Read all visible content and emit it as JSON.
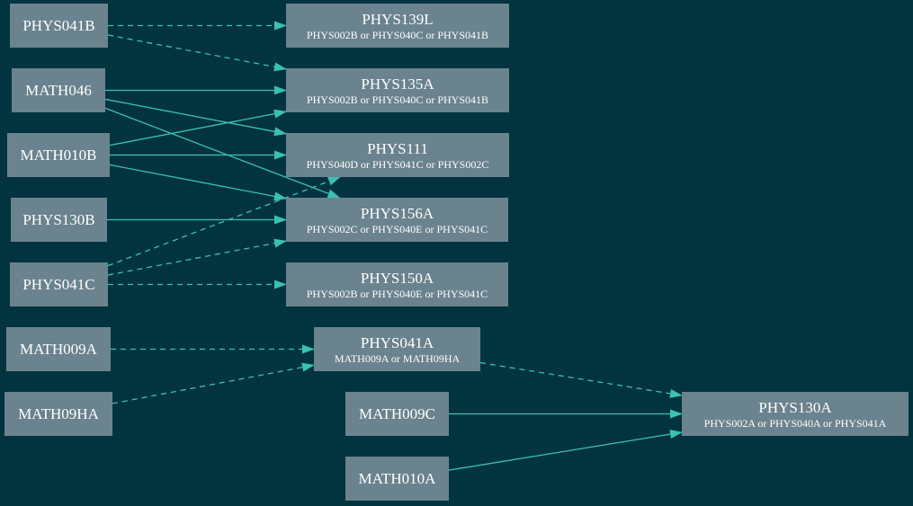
{
  "colors": {
    "background": "#023440",
    "node_fill": "#6a838e",
    "node_text": "#ffffff",
    "edge": "#3cc0b0"
  },
  "nodes": {
    "PHYS041B": {
      "label": "PHYS041B"
    },
    "MATH046": {
      "label": "MATH046"
    },
    "MATH010B": {
      "label": "MATH010B"
    },
    "PHYS130B": {
      "label": "PHYS130B"
    },
    "PHYS041C": {
      "label": "PHYS041C"
    },
    "MATH009A": {
      "label": "MATH009A"
    },
    "MATH09HA": {
      "label": "MATH09HA"
    },
    "MATH009C": {
      "label": "MATH009C"
    },
    "MATH010A": {
      "label": "MATH010A"
    },
    "PHYS139L": {
      "label": "PHYS139L",
      "sub": "PHYS002B or PHYS040C or PHYS041B"
    },
    "PHYS135A": {
      "label": "PHYS135A",
      "sub": "PHYS002B or PHYS040C or PHYS041B"
    },
    "PHYS111": {
      "label": "PHYS111",
      "sub": "PHYS040D or PHYS041C or PHYS002C"
    },
    "PHYS156A": {
      "label": "PHYS156A",
      "sub": "PHYS002C or PHYS040E or PHYS041C"
    },
    "PHYS150A": {
      "label": "PHYS150A",
      "sub": "PHYS002B or PHYS040E or PHYS041C"
    },
    "PHYS041A": {
      "label": "PHYS041A",
      "sub": "MATH009A or MATH09HA"
    },
    "PHYS130A": {
      "label": "PHYS130A",
      "sub": "PHYS002A or PHYS040A or PHYS041A"
    }
  },
  "edges": [
    {
      "from": "PHYS041B",
      "to": "PHYS139L",
      "style": "dashed"
    },
    {
      "from": "PHYS041B",
      "to": "PHYS135A",
      "style": "dashed"
    },
    {
      "from": "MATH046",
      "to": "PHYS135A",
      "style": "solid"
    },
    {
      "from": "MATH046",
      "to": "PHYS111",
      "style": "solid"
    },
    {
      "from": "MATH046",
      "to": "PHYS156A",
      "style": "solid"
    },
    {
      "from": "MATH010B",
      "to": "PHYS135A",
      "style": "solid"
    },
    {
      "from": "MATH010B",
      "to": "PHYS111",
      "style": "solid"
    },
    {
      "from": "MATH010B",
      "to": "PHYS156A",
      "style": "solid"
    },
    {
      "from": "PHYS130B",
      "to": "PHYS156A",
      "style": "solid"
    },
    {
      "from": "PHYS041C",
      "to": "PHYS111",
      "style": "dashed"
    },
    {
      "from": "PHYS041C",
      "to": "PHYS156A",
      "style": "dashed"
    },
    {
      "from": "PHYS041C",
      "to": "PHYS150A",
      "style": "dashed"
    },
    {
      "from": "MATH009A",
      "to": "PHYS041A",
      "style": "dashed"
    },
    {
      "from": "MATH09HA",
      "to": "PHYS041A",
      "style": "dashed"
    },
    {
      "from": "PHYS041A",
      "to": "PHYS130A",
      "style": "dashed"
    },
    {
      "from": "MATH009C",
      "to": "PHYS130A",
      "style": "solid"
    },
    {
      "from": "MATH010A",
      "to": "PHYS130A",
      "style": "solid"
    }
  ]
}
